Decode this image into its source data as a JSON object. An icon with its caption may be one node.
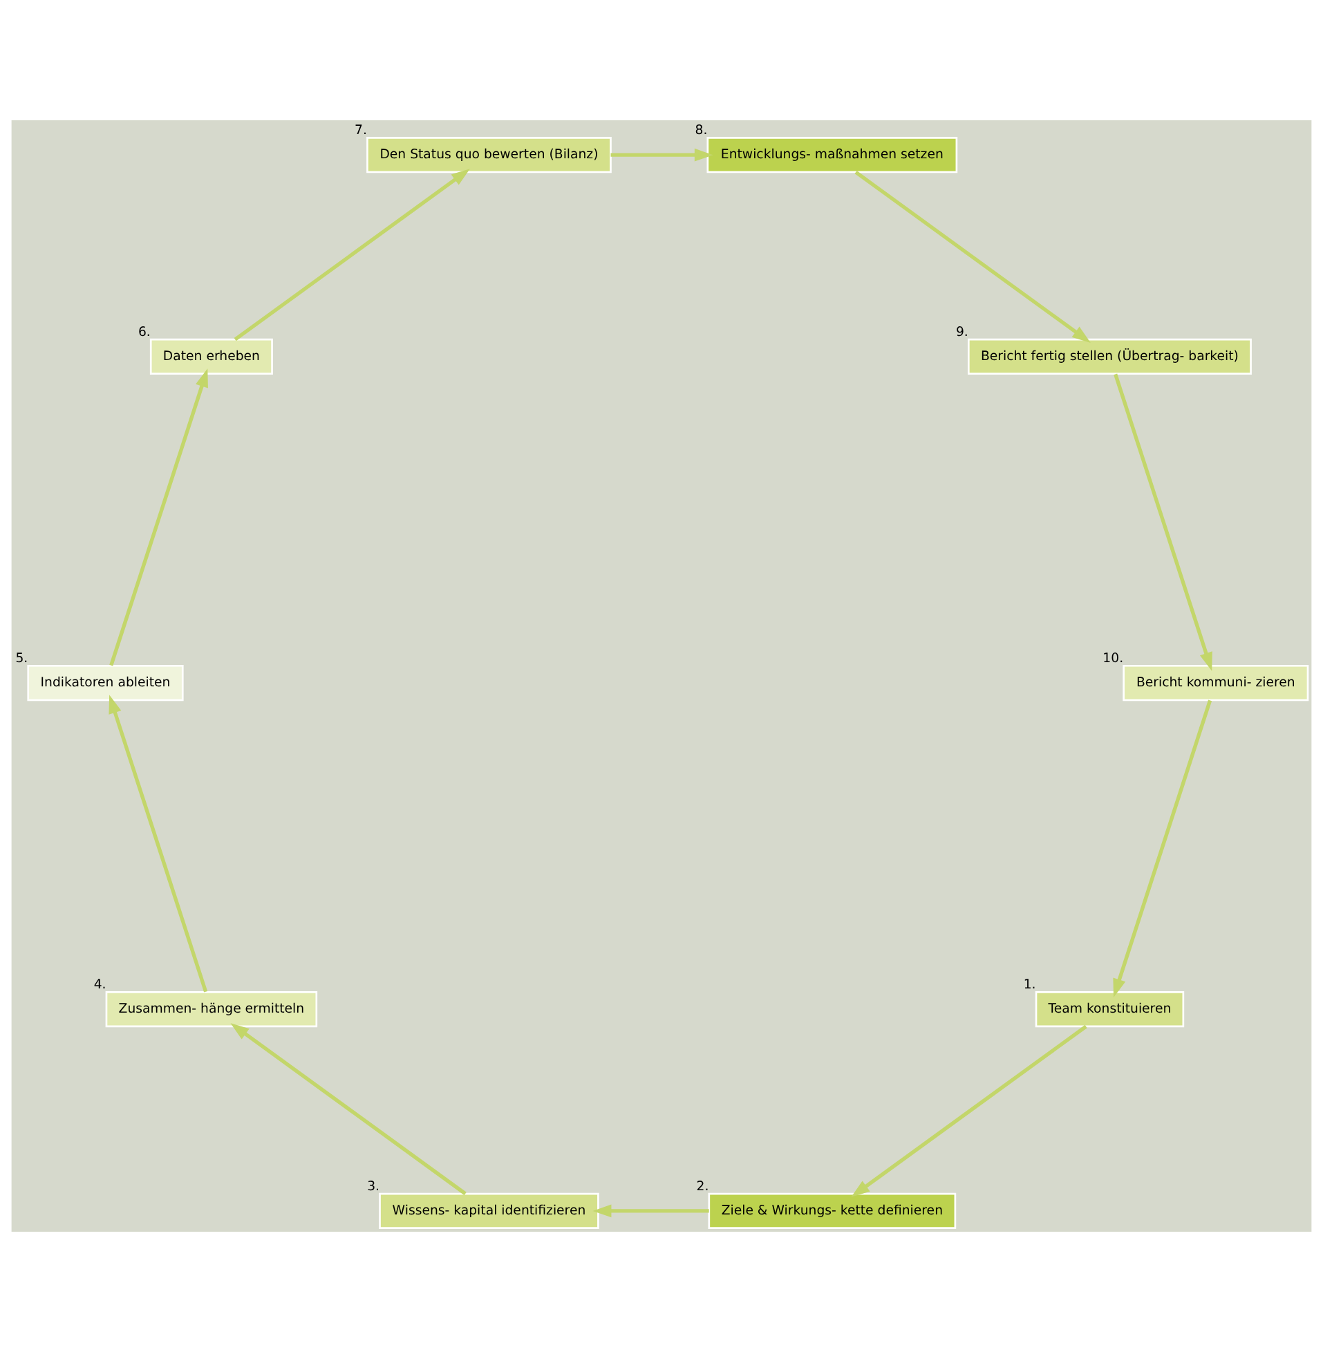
{
  "diagram": {
    "nodes": [
      {
        "text": [
          "Team konstituieren"
        ],
        "beside": [
          "1."
        ]
      },
      {
        "text": [
          "Ziele & Wirkungs- kette definieren"
        ],
        "beside": [
          "2."
        ]
      },
      {
        "text": [
          "Wissens- kapital identifizieren"
        ],
        "beside": [
          "3."
        ]
      },
      {
        "text": [
          "Zusammen- hänge ermitteln"
        ],
        "beside": [
          "4."
        ]
      },
      {
        "text": [
          "Indikatoren ableiten"
        ],
        "beside": [
          "5."
        ]
      },
      {
        "text": [
          "Daten erheben"
        ],
        "beside": [
          "6."
        ]
      },
      {
        "text": [
          "Den Status quo bewerten (Bilanz)"
        ],
        "beside": [
          "7."
        ]
      },
      {
        "text": [
          "Entwicklungs- maßnahmen setzen"
        ],
        "beside": [
          "8."
        ]
      },
      {
        "text": [
          "Bericht fertig stellen (Übertrag- barkeit)"
        ],
        "beside": [
          "9."
        ]
      },
      {
        "text": [
          "Bericht kommuni- zieren"
        ],
        "beside": [
          "10."
        ]
      }
    ],
    "edges": [
      {
        "from": 0,
        "to": 1,
        "arrow": "to"
      },
      {
        "from": 1,
        "to": 2,
        "arrow": "to"
      },
      {
        "from": 2,
        "to": 3,
        "arrow": "to"
      },
      {
        "from": 3,
        "to": 4,
        "arrow": "to"
      },
      {
        "from": 4,
        "to": 5,
        "arrow": "to"
      },
      {
        "from": 5,
        "to": 6,
        "arrow": "to"
      },
      {
        "from": 6,
        "to": 7,
        "arrow": "to"
      },
      {
        "from": 7,
        "to": 8,
        "arrow": "to"
      },
      {
        "from": 8,
        "to": 9,
        "arrow": "to"
      },
      {
        "from": 9,
        "to": 0,
        "arrow": "to"
      }
    ]
  }
}
